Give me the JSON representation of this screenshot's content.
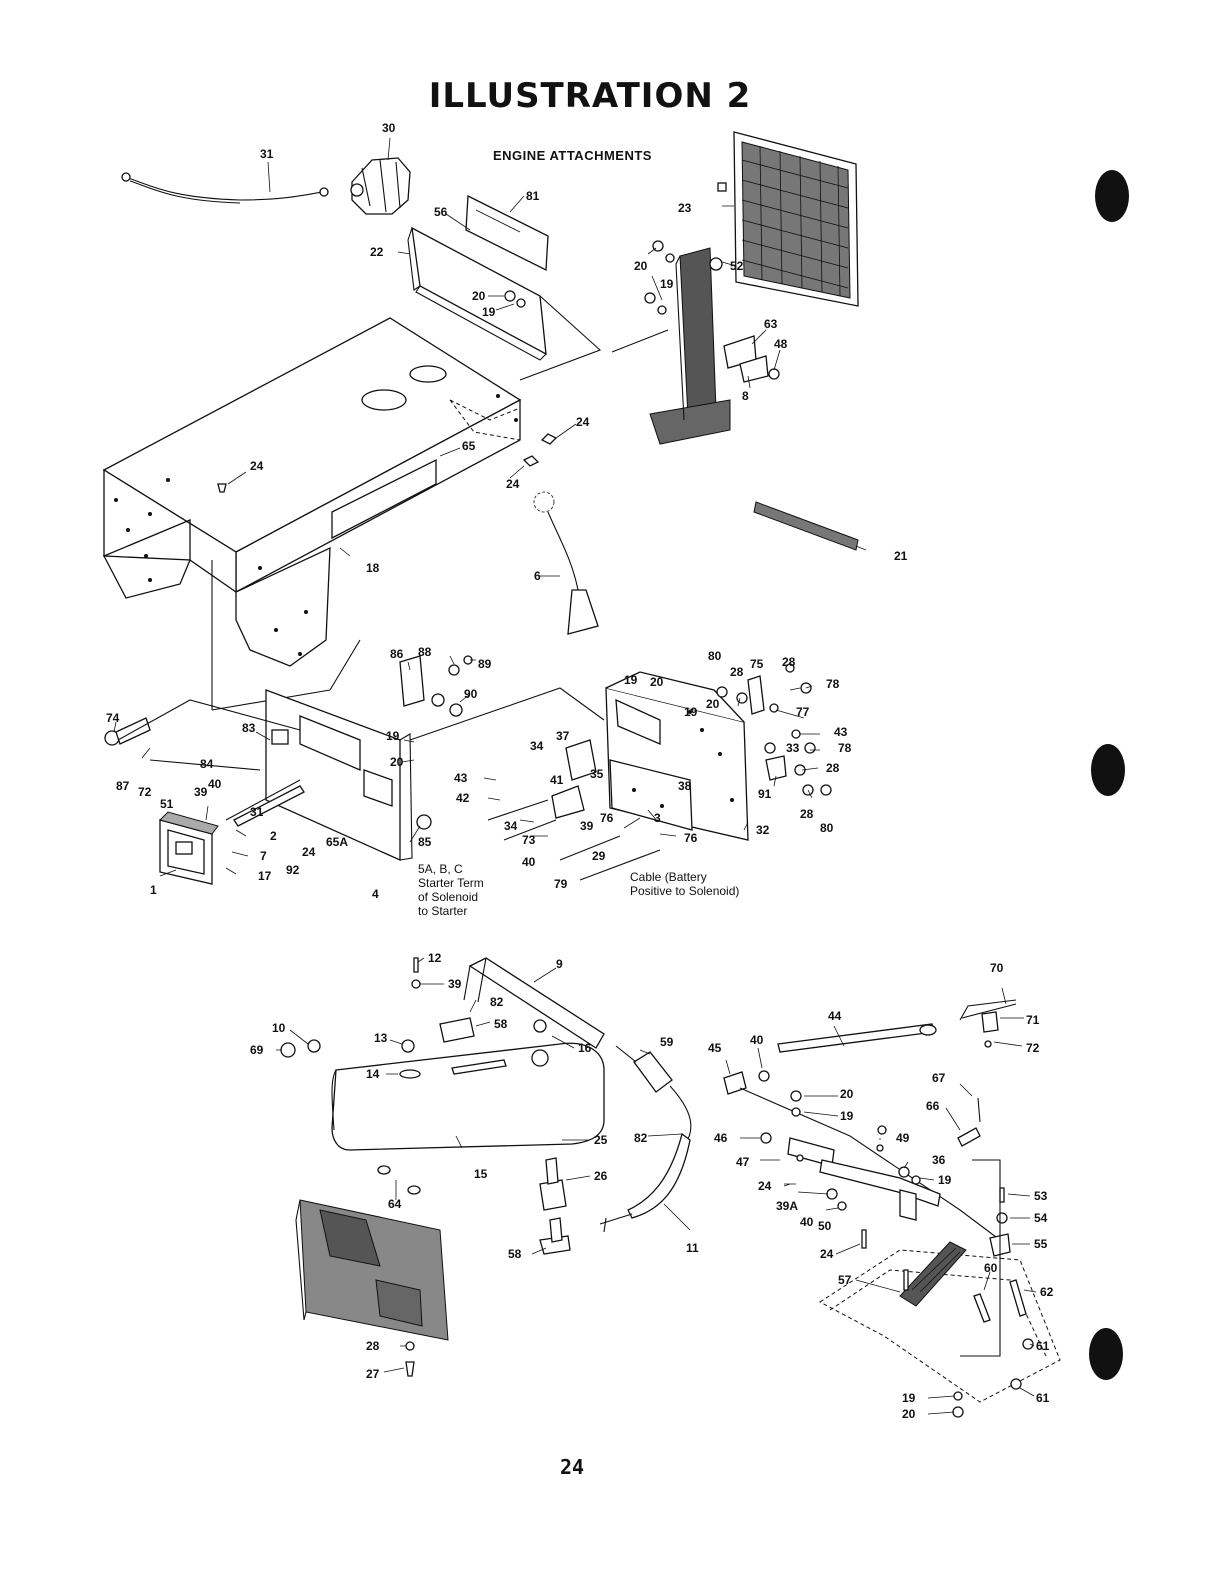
{
  "title": "ILLUSTRATION 2",
  "subtitle": "ENGINE ATTACHMENTS",
  "page_number": "24",
  "notes": {
    "starter": "5A, B, C\nStarter Term\nof Solenoid\nto Starter",
    "cable": "Cable (Battery\nPositive to Solenoid)"
  },
  "callouts": [
    {
      "id": "c30",
      "text": "30"
    },
    {
      "id": "c31",
      "text": "31"
    },
    {
      "id": "c81",
      "text": "81"
    },
    {
      "id": "c56",
      "text": "56"
    },
    {
      "id": "c22",
      "text": "22"
    },
    {
      "id": "c20a",
      "text": "20"
    },
    {
      "id": "c19a",
      "text": "19"
    },
    {
      "id": "c23",
      "text": "23"
    },
    {
      "id": "c20b",
      "text": "20"
    },
    {
      "id": "c19b",
      "text": "19"
    },
    {
      "id": "c52",
      "text": "52"
    },
    {
      "id": "c63",
      "text": "63"
    },
    {
      "id": "c48",
      "text": "48"
    },
    {
      "id": "c8",
      "text": "8"
    },
    {
      "id": "c24a",
      "text": "24"
    },
    {
      "id": "c65",
      "text": "65"
    },
    {
      "id": "c24b",
      "text": "24"
    },
    {
      "id": "c24c",
      "text": "24"
    },
    {
      "id": "c18",
      "text": "18"
    },
    {
      "id": "c21",
      "text": "21"
    },
    {
      "id": "c6",
      "text": "6"
    },
    {
      "id": "c86",
      "text": "86"
    },
    {
      "id": "c88",
      "text": "88"
    },
    {
      "id": "c89",
      "text": "89"
    },
    {
      "id": "c90",
      "text": "90"
    },
    {
      "id": "c74",
      "text": "74"
    },
    {
      "id": "c83",
      "text": "83"
    },
    {
      "id": "c19c",
      "text": "19"
    },
    {
      "id": "c20c",
      "text": "20"
    },
    {
      "id": "c87",
      "text": "87"
    },
    {
      "id": "c84",
      "text": "84"
    },
    {
      "id": "c72a",
      "text": "72"
    },
    {
      "id": "c39a",
      "text": "39"
    },
    {
      "id": "c40a",
      "text": "40"
    },
    {
      "id": "c51",
      "text": "51"
    },
    {
      "id": "c31b",
      "text": "31"
    },
    {
      "id": "c2",
      "text": "2"
    },
    {
      "id": "c7",
      "text": "7"
    },
    {
      "id": "c17",
      "text": "17"
    },
    {
      "id": "c92",
      "text": "92"
    },
    {
      "id": "c24d",
      "text": "24"
    },
    {
      "id": "c65a",
      "text": "65A"
    },
    {
      "id": "c85",
      "text": "85"
    },
    {
      "id": "c4",
      "text": "4"
    },
    {
      "id": "c1",
      "text": "1"
    },
    {
      "id": "c43a",
      "text": "43"
    },
    {
      "id": "c42",
      "text": "42"
    },
    {
      "id": "c34a",
      "text": "34"
    },
    {
      "id": "c37",
      "text": "37"
    },
    {
      "id": "c41",
      "text": "41"
    },
    {
      "id": "c35",
      "text": "35"
    },
    {
      "id": "c34b",
      "text": "34"
    },
    {
      "id": "c73",
      "text": "73"
    },
    {
      "id": "c39b",
      "text": "39"
    },
    {
      "id": "c40b",
      "text": "40"
    },
    {
      "id": "c29",
      "text": "29"
    },
    {
      "id": "c79",
      "text": "79"
    },
    {
      "id": "c76a",
      "text": "76"
    },
    {
      "id": "c38",
      "text": "38"
    },
    {
      "id": "c3",
      "text": "3"
    },
    {
      "id": "c76b",
      "text": "76"
    },
    {
      "id": "c19d",
      "text": "19"
    },
    {
      "id": "c20d",
      "text": "20"
    },
    {
      "id": "c80a",
      "text": "80"
    },
    {
      "id": "c28a",
      "text": "28"
    },
    {
      "id": "c75",
      "text": "75"
    },
    {
      "id": "c28b",
      "text": "28"
    },
    {
      "id": "c78a",
      "text": "78"
    },
    {
      "id": "c20e",
      "text": "20"
    },
    {
      "id": "c19e",
      "text": "19"
    },
    {
      "id": "c77",
      "text": "77"
    },
    {
      "id": "c43b",
      "text": "43"
    },
    {
      "id": "c33",
      "text": "33"
    },
    {
      "id": "c78b",
      "text": "78"
    },
    {
      "id": "c28c",
      "text": "28"
    },
    {
      "id": "c91",
      "text": "91"
    },
    {
      "id": "c28d",
      "text": "28"
    },
    {
      "id": "c80b",
      "text": "80"
    },
    {
      "id": "c32",
      "text": "32"
    },
    {
      "id": "c12",
      "text": "12"
    },
    {
      "id": "c39c",
      "text": "39"
    },
    {
      "id": "c82a",
      "text": "82"
    },
    {
      "id": "c58a",
      "text": "58"
    },
    {
      "id": "c9",
      "text": "9"
    },
    {
      "id": "c10",
      "text": "10"
    },
    {
      "id": "c69",
      "text": "69"
    },
    {
      "id": "c13",
      "text": "13"
    },
    {
      "id": "c14",
      "text": "14"
    },
    {
      "id": "c16",
      "text": "16"
    },
    {
      "id": "c59",
      "text": "59"
    },
    {
      "id": "c15",
      "text": "15"
    },
    {
      "id": "c25",
      "text": "25"
    },
    {
      "id": "c82b",
      "text": "82"
    },
    {
      "id": "c26",
      "text": "26"
    },
    {
      "id": "c64",
      "text": "64"
    },
    {
      "id": "c58b",
      "text": "58"
    },
    {
      "id": "c11",
      "text": "11"
    },
    {
      "id": "c28e",
      "text": "28"
    },
    {
      "id": "c27",
      "text": "27"
    },
    {
      "id": "c70",
      "text": "70"
    },
    {
      "id": "c44",
      "text": "44"
    },
    {
      "id": "c71",
      "text": "71"
    },
    {
      "id": "c72b",
      "text": "72"
    },
    {
      "id": "c45",
      "text": "45"
    },
    {
      "id": "c40c",
      "text": "40"
    },
    {
      "id": "c67",
      "text": "67"
    },
    {
      "id": "c20f",
      "text": "20"
    },
    {
      "id": "c19f",
      "text": "19"
    },
    {
      "id": "c66",
      "text": "66"
    },
    {
      "id": "c46",
      "text": "46"
    },
    {
      "id": "c49",
      "text": "49"
    },
    {
      "id": "c47",
      "text": "47"
    },
    {
      "id": "c36",
      "text": "36"
    },
    {
      "id": "c19g",
      "text": "19"
    },
    {
      "id": "c24e",
      "text": "24"
    },
    {
      "id": "c39a2",
      "text": "39A"
    },
    {
      "id": "c40d",
      "text": "40"
    },
    {
      "id": "c50",
      "text": "50"
    },
    {
      "id": "c53",
      "text": "53"
    },
    {
      "id": "c54",
      "text": "54"
    },
    {
      "id": "c55",
      "text": "55"
    },
    {
      "id": "c24f",
      "text": "24"
    },
    {
      "id": "c60",
      "text": "60"
    },
    {
      "id": "c57",
      "text": "57"
    },
    {
      "id": "c62",
      "text": "62"
    },
    {
      "id": "c61a",
      "text": "61"
    },
    {
      "id": "c61b",
      "text": "61"
    },
    {
      "id": "c19h",
      "text": "19"
    },
    {
      "id": "c20g",
      "text": "20"
    }
  ]
}
